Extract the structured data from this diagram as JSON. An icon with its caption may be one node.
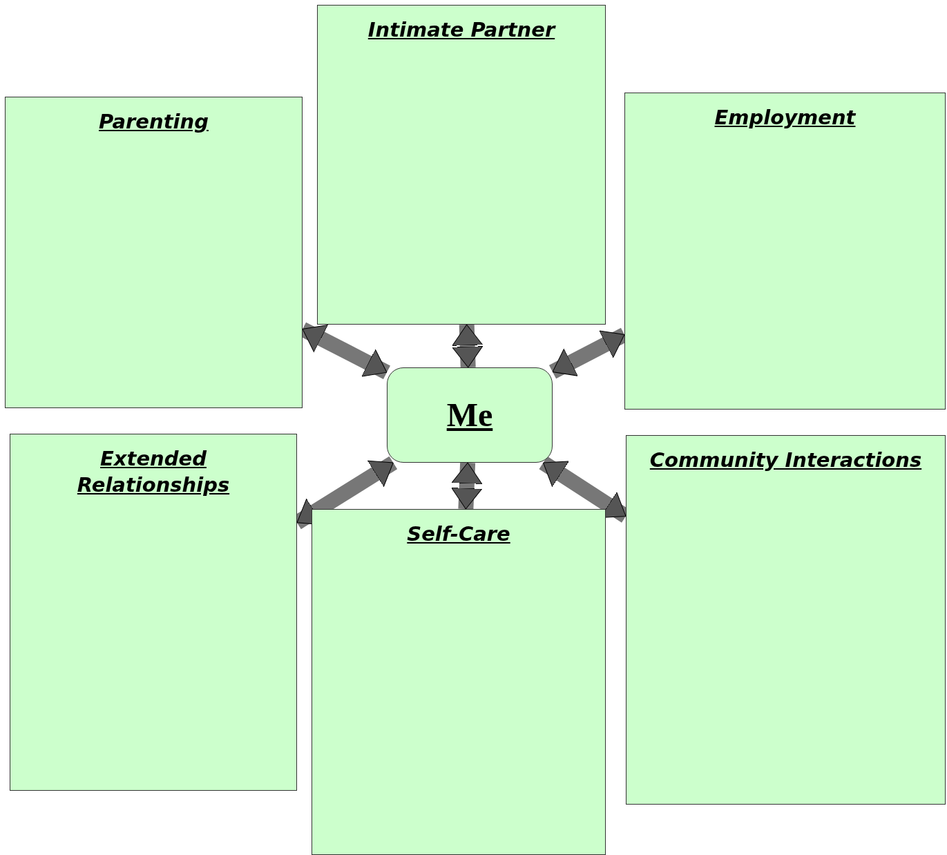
{
  "diagram": {
    "nodes": [
      {
        "text": [
          "Intimate Partner"
        ]
      },
      {
        "text": [
          "Employment"
        ]
      },
      {
        "text": [
          "Parenting"
        ]
      },
      {
        "text": [
          "Me"
        ]
      },
      {
        "text": [
          "Extended Relationships"
        ]
      },
      {
        "text": [
          "Community Interactions"
        ]
      },
      {
        "text": [
          "Self-Care"
        ]
      }
    ],
    "edges": [
      {
        "from": 3,
        "to": 0,
        "arrow": "both"
      },
      {
        "from": 3,
        "to": 1,
        "arrow": "both"
      },
      {
        "from": 3,
        "to": 2,
        "arrow": "both"
      },
      {
        "from": 3,
        "to": 4,
        "arrow": "both"
      },
      {
        "from": 3,
        "to": 5,
        "arrow": "both"
      },
      {
        "from": 3,
        "to": 6,
        "arrow": "both"
      }
    ]
  }
}
